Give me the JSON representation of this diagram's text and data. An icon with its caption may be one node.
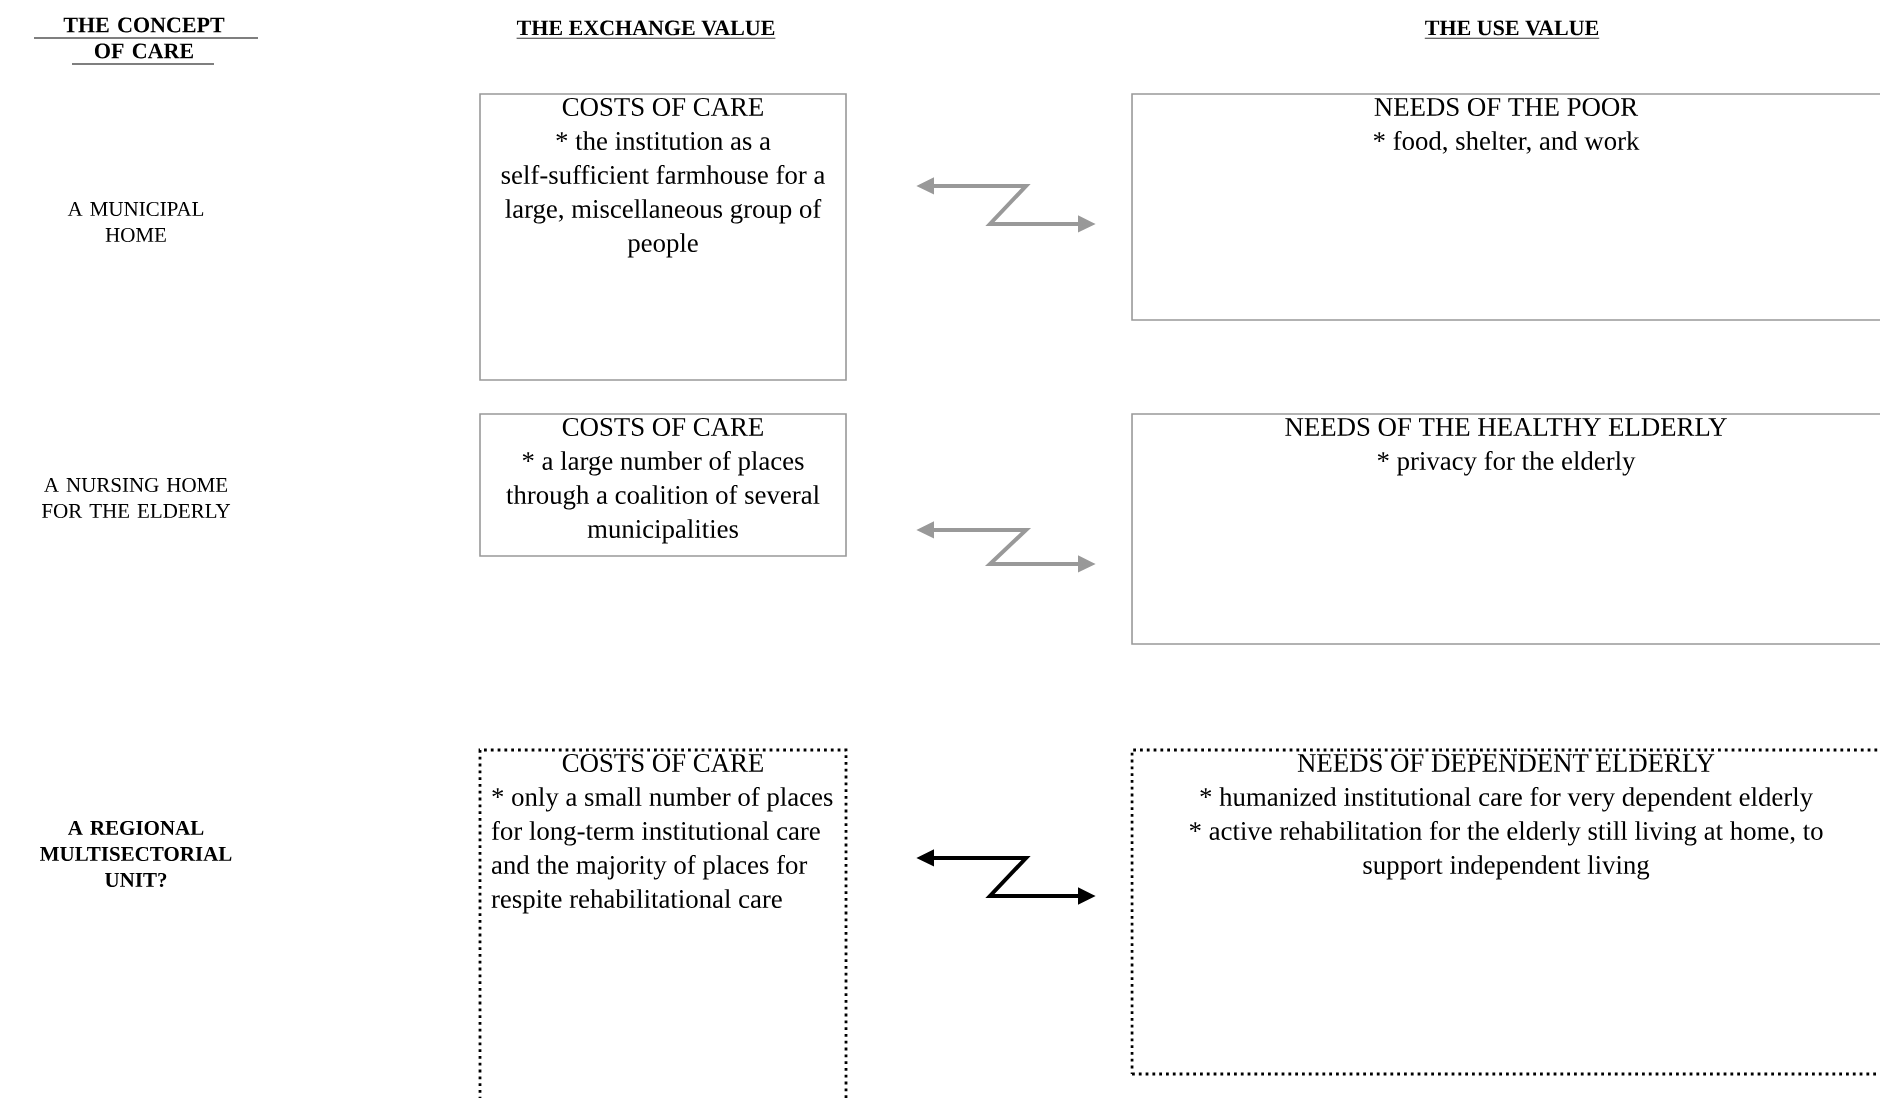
{
  "diagram": {
    "nodes": [
      {
        "text": [
          "COSTS OF CARE",
          "* the institution as a self-sufficient farmhouse for a large, miscellaneous group of people"
        ]
      },
      {
        "text": [
          "NEEDS OF THE POOR",
          "* food, shelter, and work"
        ]
      },
      {
        "text": [
          "COSTS OF CARE",
          "* a large number of places through a coalition of several municipalities"
        ]
      },
      {
        "text": [
          "NEEDS OF THE HEALTHY ELDERLY",
          "* privacy for the elderly"
        ]
      },
      {
        "text": [
          "COSTS OF CARE",
          "* only a small number of places for long-term institutional care and the majority of places for respite rehabilitational care"
        ]
      },
      {
        "text": [
          "NEEDS OF DEPENDENT ELDERLY",
          "* humanized institutional care for very dependent elderly",
          "* active rehabilitation for the elderly still living at home, to support independent living"
        ]
      }
    ],
    "edges": [
      {
        "from": 0,
        "to": 1,
        "arrow": "both"
      },
      {
        "from": 2,
        "to": 3,
        "arrow": "both"
      },
      {
        "from": 4,
        "to": 5,
        "arrow": "both",
        "color": "#000000"
      }
    ],
    "labels": [
      "THE CONCEPT OF CARE",
      "THE EXCHANGE VALUE",
      "THE USE VALUE",
      "A MUNICIPAL HOME",
      "A NURSING HOME FOR THE ELDERLY",
      "A REGIONAL MULTISECTORIAL UNIT?"
    ]
  }
}
